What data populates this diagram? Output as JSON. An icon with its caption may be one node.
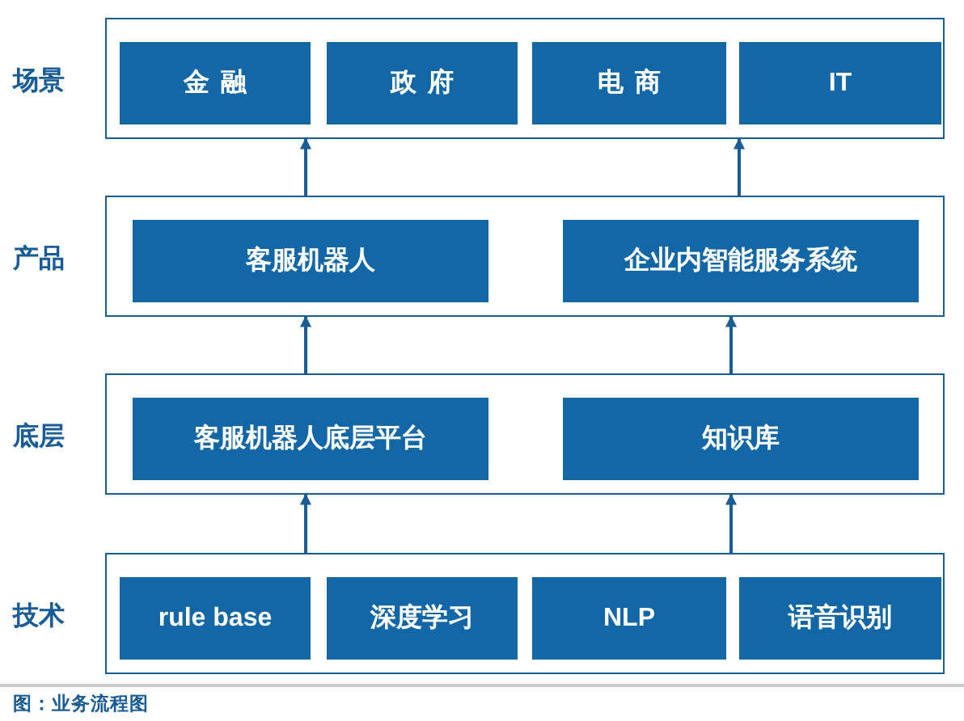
{
  "diagram": {
    "caption": "图：业务流程图",
    "nodes": [
      {
        "text": [
          "场景"
        ]
      },
      {
        "text": [
          "金融"
        ],
        "in": 0
      },
      {
        "text": [
          "政府"
        ],
        "in": 0
      },
      {
        "text": [
          "电商"
        ],
        "in": 0
      },
      {
        "text": [
          "IT"
        ],
        "in": 0
      },
      {
        "text": [
          "产品"
        ]
      },
      {
        "text": [
          "客服机器人"
        ],
        "in": 5
      },
      {
        "text": [
          "企业内智能服务系统"
        ],
        "in": 5
      },
      {
        "text": [
          "底层"
        ]
      },
      {
        "text": [
          "客服机器人底层平台"
        ],
        "in": 8
      },
      {
        "text": [
          "知识库"
        ],
        "in": 8
      },
      {
        "text": [
          "技术"
        ]
      },
      {
        "text": [
          "rule base"
        ],
        "in": 11
      },
      {
        "text": [
          "深度学习"
        ],
        "in": 11
      },
      {
        "text": [
          "NLP"
        ],
        "in": 11
      },
      {
        "text": [
          "语音识别"
        ],
        "in": 11
      }
    ],
    "edges": [
      {
        "from": 11,
        "to": 8,
        "arrow": "to"
      },
      {
        "from": 11,
        "to": 8,
        "arrow": "to"
      },
      {
        "from": 8,
        "to": 5,
        "arrow": "to"
      },
      {
        "from": 8,
        "to": 5,
        "arrow": "to"
      },
      {
        "from": 5,
        "to": 0,
        "arrow": "to"
      },
      {
        "from": 5,
        "to": 0,
        "arrow": "to"
      }
    ]
  }
}
